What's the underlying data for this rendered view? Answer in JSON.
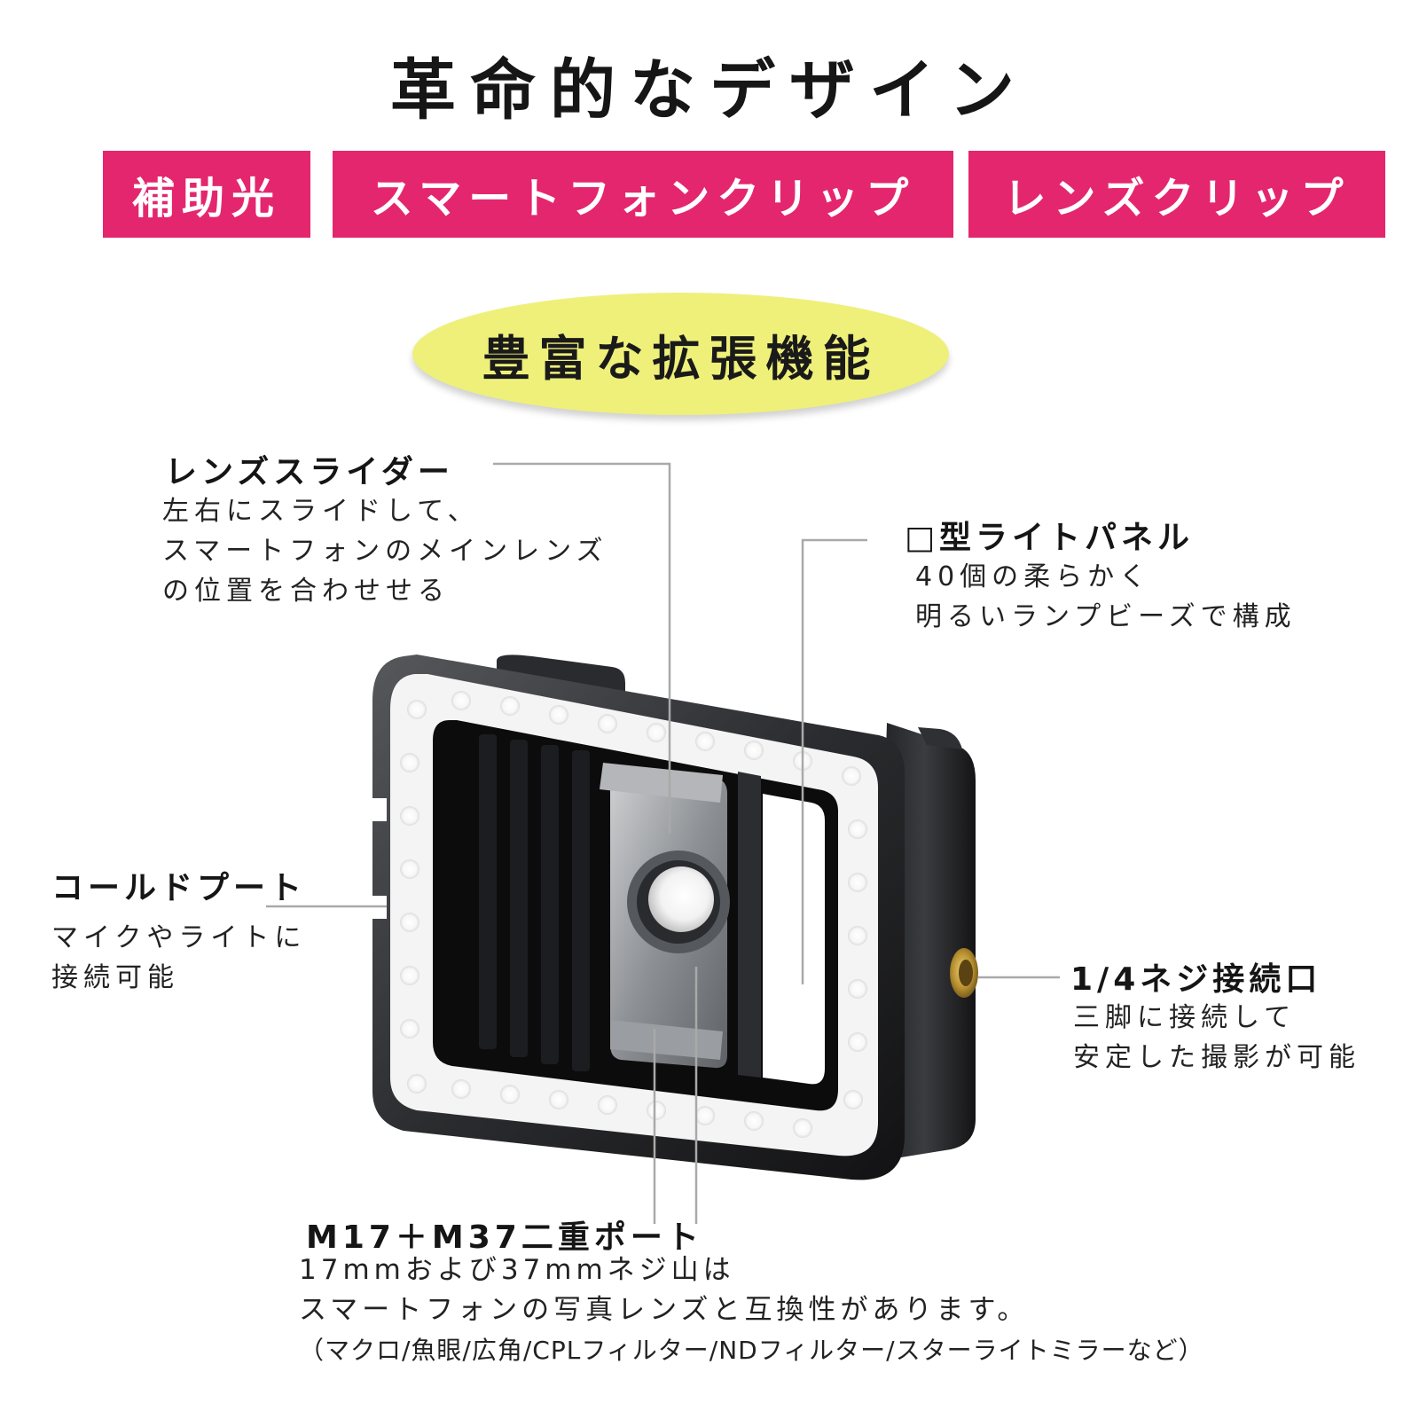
{
  "title": "革命的なデザイン",
  "tags": [
    "補助光",
    "スマートフォンクリップ",
    "レンズクリップ"
  ],
  "subtitle": "豊富な拡張機能",
  "features": {
    "lens_slider": {
      "heading": "レンズスライダー",
      "lines": [
        "左右にスライドして、",
        "スマートフォンのメインレンズ",
        "の位置を合わせせる"
      ]
    },
    "light_panel": {
      "heading": "□型ライトパネル",
      "lines": [
        "40個の柔らかく",
        "明るいランプビーズで構成"
      ]
    },
    "cold_shoe": {
      "heading": "コールドプート",
      "lines": [
        "マイクやライトに",
        "接続可能"
      ]
    },
    "screw_mount": {
      "heading": "1/4ネジ接続口",
      "lines": [
        "三脚に接続して",
        "安定した撮影が可能"
      ]
    },
    "dual_port": {
      "heading": "M17＋M37二重ポート",
      "lines": [
        "17mmおよび37mmネジ山は",
        "スマートフォンの写真レンズと互換性があります。",
        "（マクロ/魚眼/広角/CPLフィルター/NDフィルター/スターライトミラーなど）"
      ]
    }
  },
  "colors": {
    "tag_bg": "#e4266f",
    "ellipse_bg": "#eef07a",
    "leader_line": "#a9a9a9"
  }
}
